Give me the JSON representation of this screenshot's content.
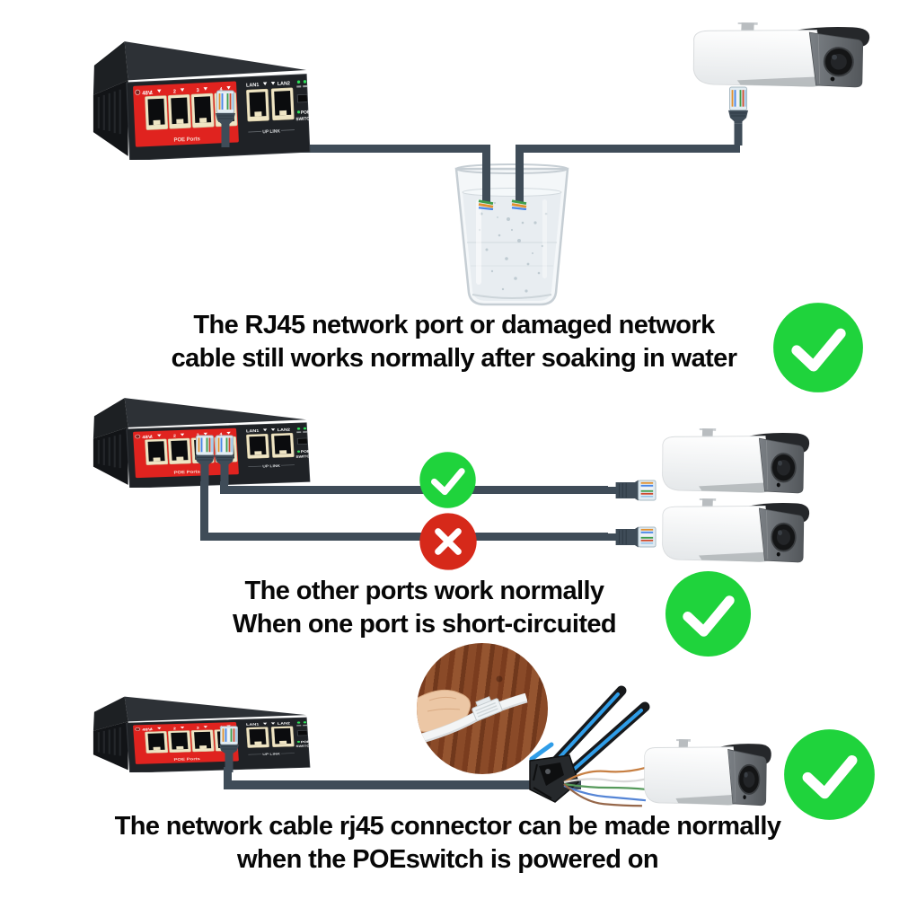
{
  "captions": [
    {
      "line1": "The RJ45 network port or damaged network",
      "line2": "cable still works normally after soaking in water",
      "result": "pass"
    },
    {
      "line1": "The other ports work normally",
      "line2": "When one port is short-circuited",
      "result": "pass"
    },
    {
      "line1": "The network cable rj45 connector can be made normally",
      "line2": "when the POEswitch is powered on",
      "result": "pass"
    }
  ],
  "switch_labels": {
    "voltage": "48V",
    "ports": [
      "1",
      "2",
      "3",
      "4"
    ],
    "poe_ports": "POE Ports",
    "lan1": "LAN1",
    "lan2": "LAN2",
    "uplink": "UP LINK",
    "poe": "POE",
    "switch": "SWITCH"
  },
  "status_icons": {
    "pass": "green-check-icon",
    "fail": "red-cross-icon"
  },
  "colors": {
    "check_green": "#1fd33c",
    "cross_red": "#d6291a",
    "cable": "#3f4c58",
    "panel_red": "#e0231f",
    "port_cream": "#efe5c4",
    "switch_body": "#1f2226",
    "caption_text": "#070707"
  }
}
